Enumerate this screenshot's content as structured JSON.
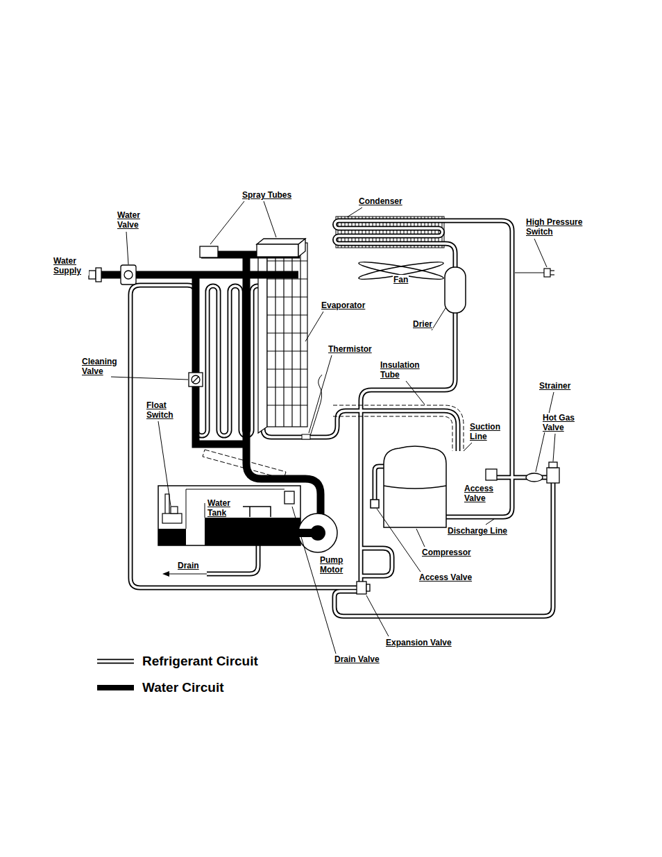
{
  "diagram": {
    "labels": [
      "Spray Tubes",
      "Condenser",
      "Water Valve",
      "High Pressure Switch",
      "Water Supply",
      "Fan",
      "Evaporator",
      "Drier",
      "Thermistor",
      "Cleaning Valve",
      "Insulation Tube",
      "Strainer",
      "Float Switch",
      "Hot Gas Valve",
      "Suction Line",
      "Access Valve",
      "Water Tank",
      "Discharge Line",
      "Compressor",
      "Pump Motor",
      "Drain",
      "Access Valve",
      "Expansion Valve",
      "Drain Valve"
    ],
    "legend": [
      {
        "text": "Refrigerant Circuit"
      },
      {
        "text": "Water Circuit"
      }
    ]
  }
}
